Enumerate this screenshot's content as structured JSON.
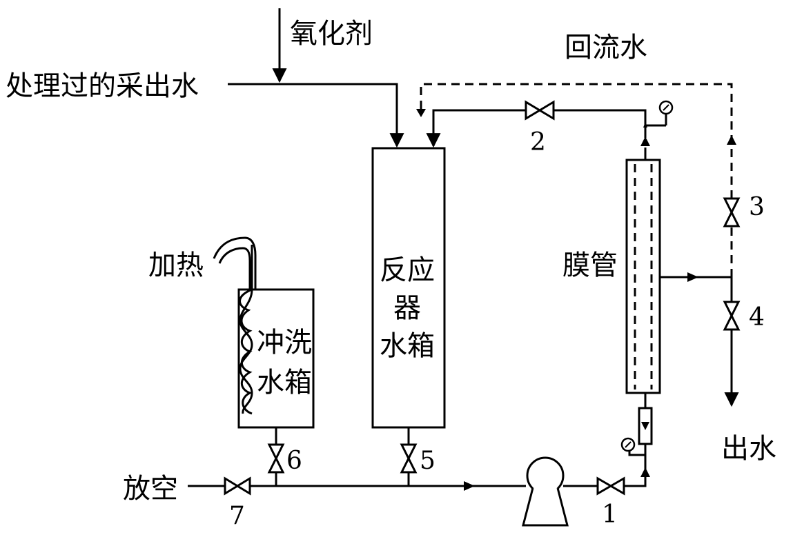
{
  "labels": {
    "oxidizer": "氧化剂",
    "treated_water": "处理过的采出水",
    "reflux_water": "回流水",
    "heating": "加热",
    "reactor_tank_line1": "反应",
    "reactor_tank_line2": "器",
    "reactor_tank_line3": "水箱",
    "flush_tank_line1": "冲洗",
    "flush_tank_line2": "水箱",
    "membrane_tube": "膜管",
    "outlet_water": "出水",
    "vent": "放空"
  },
  "valves": {
    "v1": "1",
    "v2": "2",
    "v3": "3",
    "v4": "4",
    "v5": "5",
    "v6": "6",
    "v7": "7"
  }
}
